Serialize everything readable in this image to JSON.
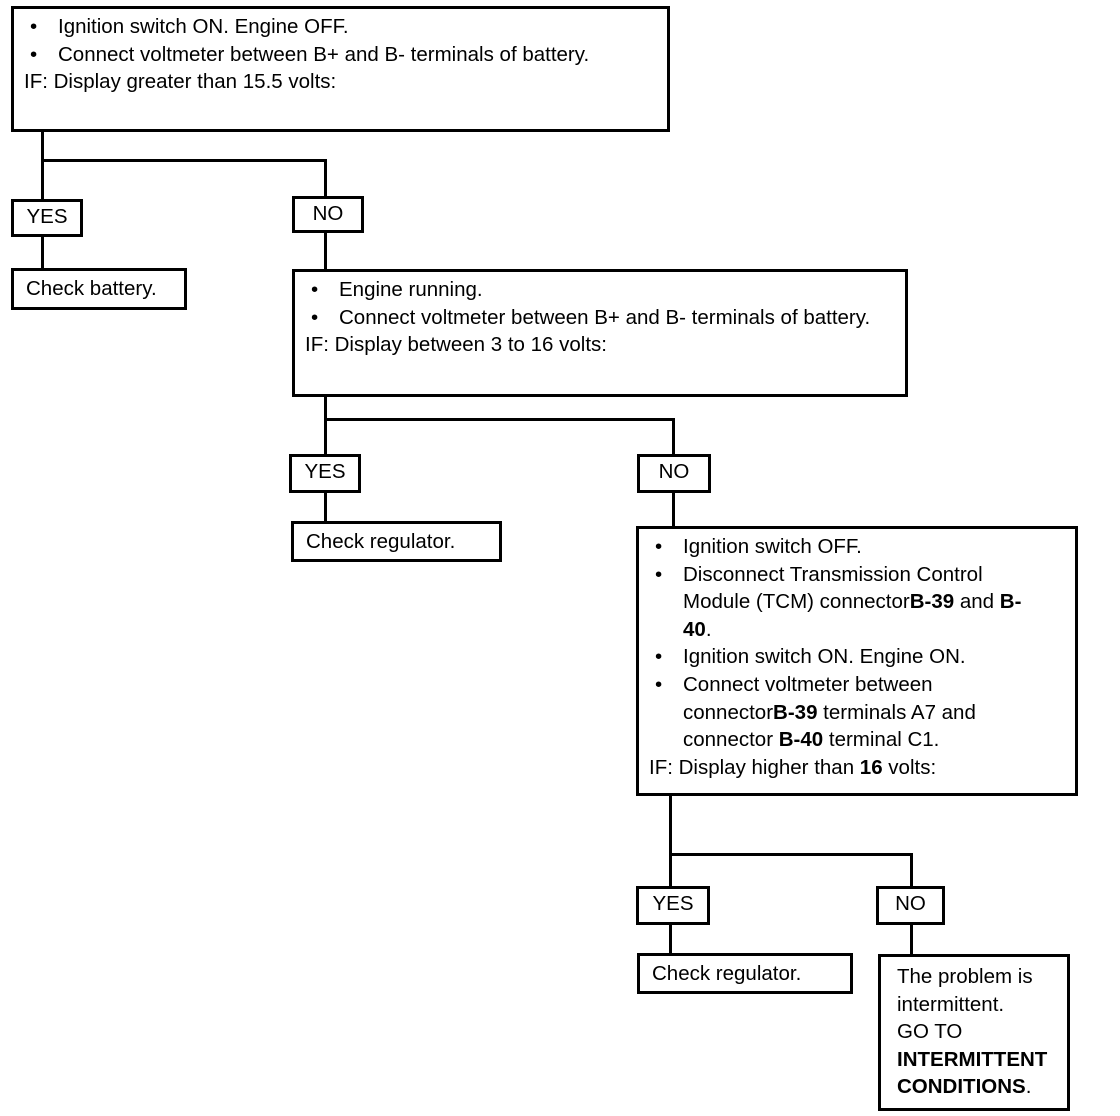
{
  "step1": {
    "bullets": [
      "Ignition switch ON.  Engine OFF.",
      "Connect voltmeter between B+ and B- terminals of battery."
    ],
    "condition": "IF:  Display greater than 15.5 volts:"
  },
  "step1_yes": {
    "label": "YES",
    "action": "Check battery."
  },
  "step1_no": {
    "label": "NO"
  },
  "step2": {
    "bullets": [
      "Engine running.",
      "Connect voltmeter between B+ and B- terminals of battery."
    ],
    "condition": "IF:  Display between 3 to 16 volts:"
  },
  "step2_yes": {
    "label": "YES",
    "action": "Check regulator."
  },
  "step2_no": {
    "label": "NO"
  },
  "step3": {
    "b1": "Ignition switch OFF.",
    "b2_pre": "Disconnect Transmission Control Module (TCM) connector",
    "b2_c1": "B-39",
    "b2_mid": " and ",
    "b2_c2": "B-40",
    "b2_end": ".",
    "b3": "Ignition switch ON.  Engine ON.",
    "b4_pre": "Connect voltmeter between connector",
    "b4_c1": "B-39",
    "b4_mid": " terminals A7 and connector ",
    "b4_c2": "B-40",
    "b4_end": " terminal C1.",
    "cond_pre": "IF:  Display higher than ",
    "cond_num": "16",
    "cond_end": " volts:"
  },
  "step3_yes": {
    "label": "YES",
    "action": "Check regulator."
  },
  "step3_no": {
    "label": "NO",
    "line1": "The problem is intermittent.",
    "line2": "GO TO",
    "line3": "INTERMITTENT CONDITIONS",
    "line3_end": "."
  }
}
